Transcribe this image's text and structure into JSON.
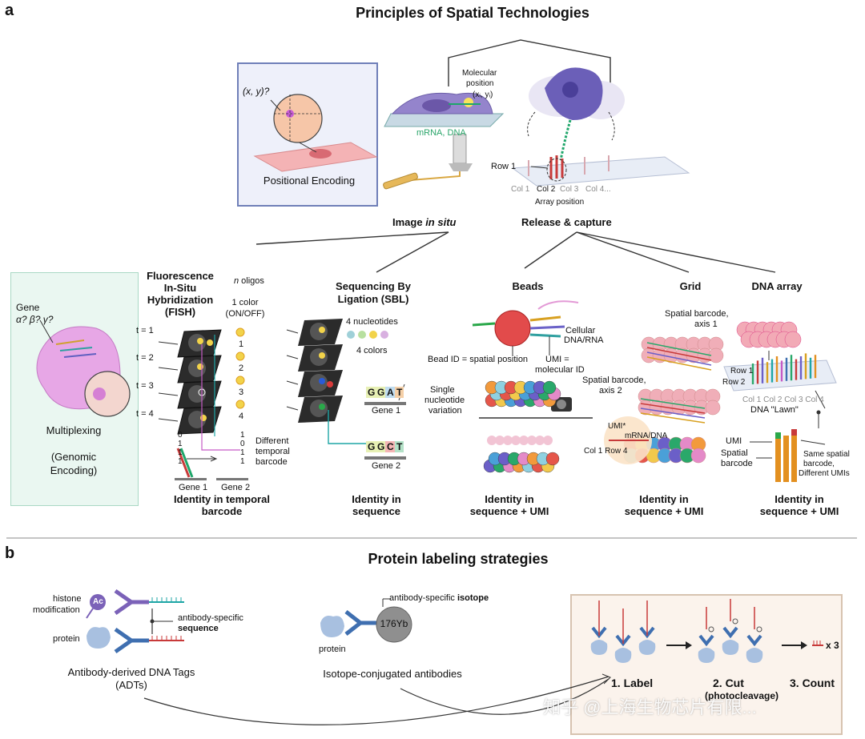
{
  "panel_a": {
    "letter": "a",
    "title": "Principles of Spatial Technologies",
    "positional": {
      "label": "Positional Encoding",
      "coord": "(x, y)?"
    },
    "molecular": {
      "line1": "Molecular",
      "line2": "position",
      "line3": "(xᵢ, yᵢ)",
      "mrna_dna": "mRNA, DNA"
    },
    "array": {
      "row1": "Row 1",
      "col1": "Col 1",
      "col2": "Col 2",
      "col3": "Col 3",
      "col4": "Col 4...",
      "position": "Array position"
    },
    "image_in_situ": {
      "prefix": "Image ",
      "italic": "in situ"
    },
    "release_capture": "Release & capture",
    "multiplexing": {
      "gene": "Gene",
      "greek": "α? β? γ?",
      "label": "Multiplexing",
      "sub1": "(Genomic",
      "sub2": "Encoding)"
    },
    "fish": {
      "title1": "Fluorescence",
      "title2": "In-Situ",
      "title3": "Hybridization",
      "title4": "(FISH)",
      "n_prefix": "n",
      "n_suffix": " oligos",
      "color1": "1 color",
      "color2": "(ON/OFF)",
      "t1": "t = 1",
      "t2": "t = 2",
      "t3": "t = 3",
      "t4": "t = 4",
      "n1": "1",
      "n2": "2",
      "n3": "3",
      "n4": "4",
      "diff1": "Different",
      "diff2": "temporal",
      "diff3": "barcode",
      "gene1": "Gene 1",
      "gene2": "Gene 2",
      "identity1": "Identity in temporal",
      "identity2": "barcode",
      "bits_gene1": [
        "0",
        "1",
        "1",
        "1"
      ],
      "bits_gene2": [
        "1",
        "0",
        "1",
        "1"
      ]
    },
    "sbl": {
      "title1": "Sequencing By",
      "title2": "Ligation (SBL)",
      "nuc": "4 nucleotides",
      "colors": "4 colors",
      "single1": "Single",
      "single2": "nucleotide",
      "single3": "variation",
      "gene1": "Gene 1",
      "gene2": "Gene 2",
      "seq1": [
        "G",
        "G",
        "A",
        "T"
      ],
      "seq2": [
        "G",
        "G",
        "C",
        "T"
      ],
      "identity1": "Identity in",
      "identity2": "sequence"
    },
    "beads": {
      "title": "Beads",
      "cellular1": "Cellular",
      "cellular2": "DNA/RNA",
      "bead_id": "Bead ID = spatial position",
      "umi1": "UMI =",
      "umi2": "molecular ID",
      "identity1": "Identity in",
      "identity2": "sequence + UMI"
    },
    "grid": {
      "title": "Grid",
      "axis1a": "Spatial barcode,",
      "axis1b": "axis 1",
      "axis2a": "Spatial barcode,",
      "axis2b": "axis 2",
      "umi": "UMI*",
      "mrna": "mRNA/DNA",
      "colrow": "Col 1  Row 4",
      "identity1": "Identity in",
      "identity2": "sequence + UMI"
    },
    "dna_array": {
      "title": "DNA array",
      "row1": "Row 1",
      "row2": "Row 2",
      "cols": "Col 1  Col 2  Col 3  Col 4",
      "lawn": "DNA \"Lawn\"",
      "umi": "UMI",
      "spatial1": "Spatial",
      "spatial2": "barcode",
      "same1": "Same spatial",
      "same2": "barcode,",
      "same3": "Different UMIs",
      "identity1": "Identity in",
      "identity2": "sequence + UMI"
    }
  },
  "panel_b": {
    "letter": "b",
    "title": "Protein labeling strategies",
    "adt": {
      "histone1": "histone",
      "histone2": "modification",
      "ac": "Ac",
      "protein": "protein",
      "specific1": "antibody-specific",
      "specific2": "sequence",
      "label1": "Antibody-derived DNA Tags",
      "label2": "(ADTs)"
    },
    "isotope": {
      "specific_prefix": "antibody-specific ",
      "specific_bold": "isotope",
      "mass": "176Yb",
      "protein": "protein",
      "label": "Isotope-conjugated antibodies"
    },
    "workflow": {
      "step1": "1.  Label",
      "step2": "2. Cut",
      "step2b": "(photocleavage)",
      "step3": "3. Count",
      "times": "x 3"
    },
    "watermark": "知乎 @上海生物芯片有限..."
  },
  "colors": {
    "blue_panel": "#eef0fa",
    "green_panel": "#eaf7f1",
    "tan_panel": "#fbf3ec",
    "antibody_blue": "#3f6fb0",
    "purple": "#7b62b8",
    "teal": "#1ea6a6",
    "red": "#c83a3a",
    "cell_pink": "#e7a7e6"
  }
}
